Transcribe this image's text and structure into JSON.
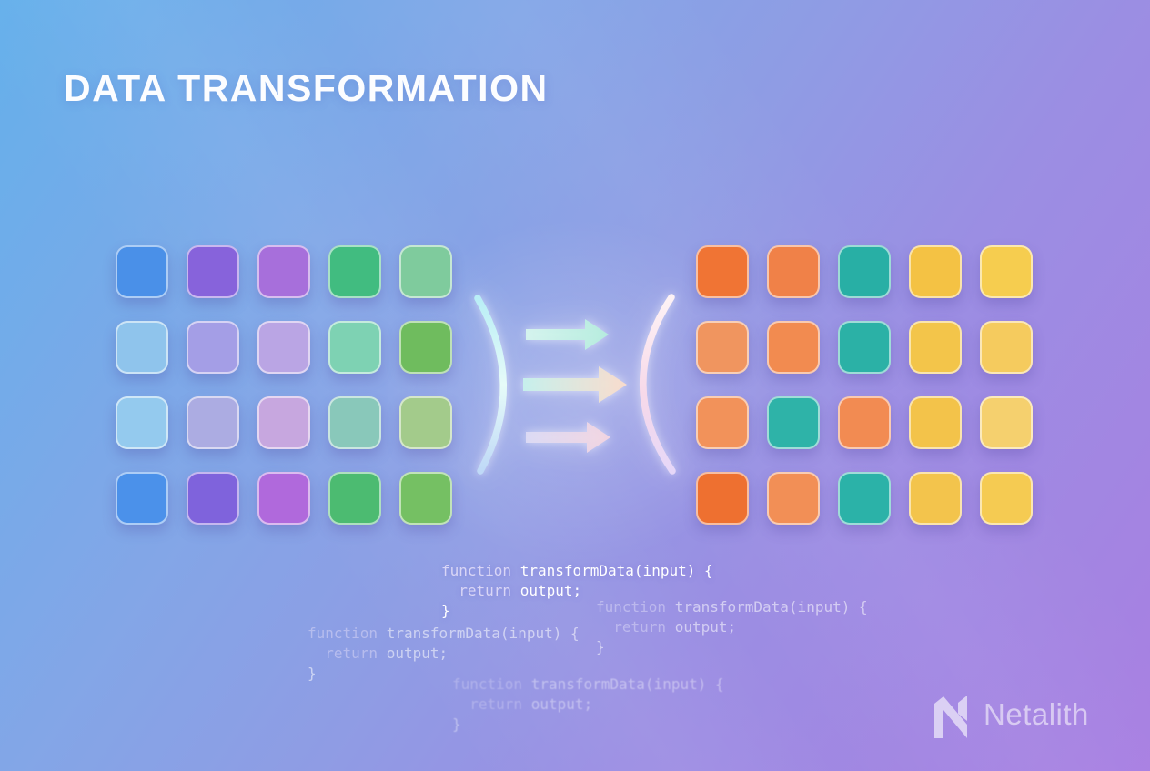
{
  "title": "DATA TRANSFORMATION",
  "brand": {
    "name": "Netalith"
  },
  "colors": {
    "bg_top_left": "#65b0eb",
    "bg_middle": "#8f9ce4",
    "bg_bottom_right": "#a87fe2",
    "cell_border": "rgba(255,255,255,0.55)",
    "code_keyword": "#d9d6f6",
    "code_plain": "#ffffff"
  },
  "input_grid": {
    "rows": 4,
    "cols": 5,
    "cell_colors": [
      [
        "#4A90E8",
        "#8763DB",
        "#A76FDB",
        "#41BC80",
        "#7FCB9D"
      ],
      [
        "#8FC4EC",
        "#A49EE6",
        "#BAA5E4",
        "#7ED2B3",
        "#6FBC5E"
      ],
      [
        "#94CAEE",
        "#ACACE2",
        "#C7A7DF",
        "#89C8BA",
        "#A3CB8B"
      ],
      [
        "#4B91EA",
        "#7F63DC",
        "#B069DC",
        "#4CBB71",
        "#75C063"
      ]
    ]
  },
  "output_grid": {
    "rows": 4,
    "cols": 5,
    "cell_colors": [
      [
        "#F07434",
        "#F08148",
        "#28AFA5",
        "#F4C244",
        "#F6CD4F"
      ],
      [
        "#F0955F",
        "#F28B50",
        "#2BB1A6",
        "#F3C54A",
        "#F5CB5E"
      ],
      [
        "#F2925A",
        "#2EB3A8",
        "#F28B52",
        "#F3C34A",
        "#F5D06E"
      ],
      [
        "#EE7030",
        "#F28F56",
        "#2BB2A8",
        "#F3C44C",
        "#F5CB52"
      ]
    ]
  },
  "code": {
    "fn_keyword": "function",
    "fn_rest": " transformData(input) {",
    "return_keyword": "  return",
    "return_rest": " output;",
    "close_brace": "}"
  },
  "icons": {
    "paren_left": "curved-bracket-close",
    "paren_right": "curved-bracket-open",
    "arrows": "three-right-arrows",
    "logo_mark": "netalith-n-icon"
  }
}
